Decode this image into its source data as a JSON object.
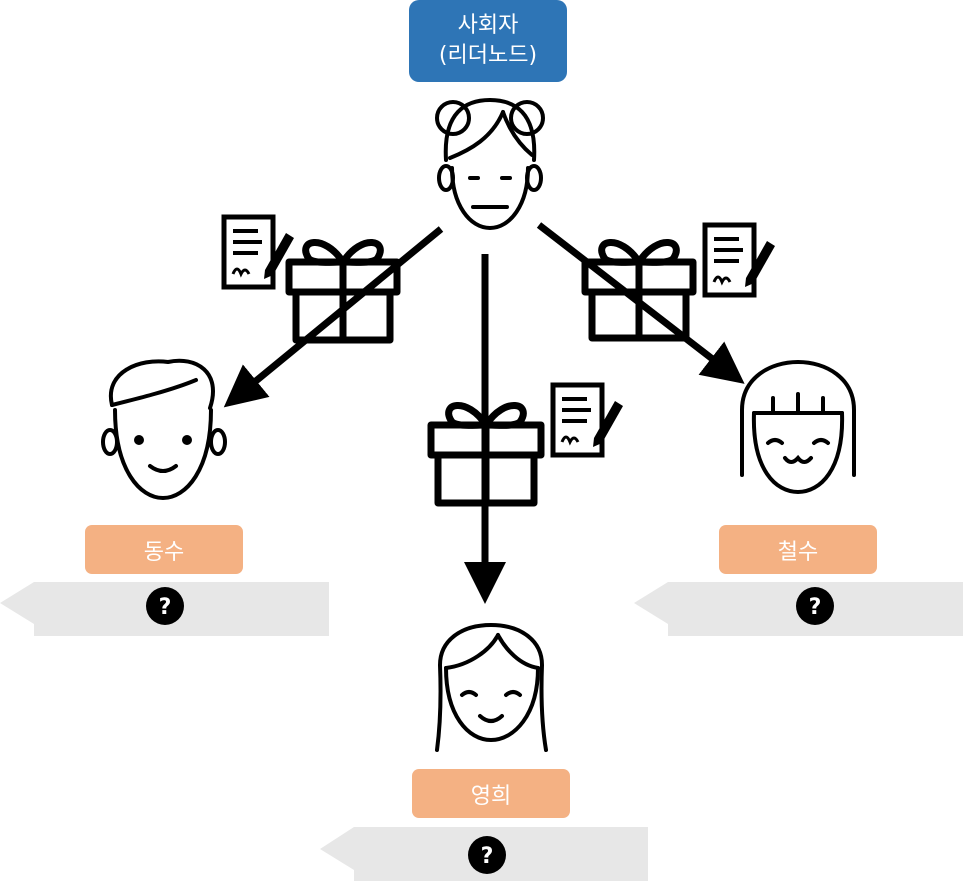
{
  "leader": {
    "line1": "사회자",
    "line2": "(리더노드)"
  },
  "members": [
    {
      "name": "동수",
      "status_icon": "question-icon"
    },
    {
      "name": "철수",
      "status_icon": "question-icon"
    },
    {
      "name": "영희",
      "status_icon": "question-icon"
    }
  ],
  "colors": {
    "leader_box": "#2e75b6",
    "member_box": "#f4b183",
    "answer_bubble": "#e7e7e7",
    "line": "#000000"
  },
  "icons": [
    "gift-icon",
    "document-sign-icon",
    "arrow-icon",
    "person-icon"
  ]
}
